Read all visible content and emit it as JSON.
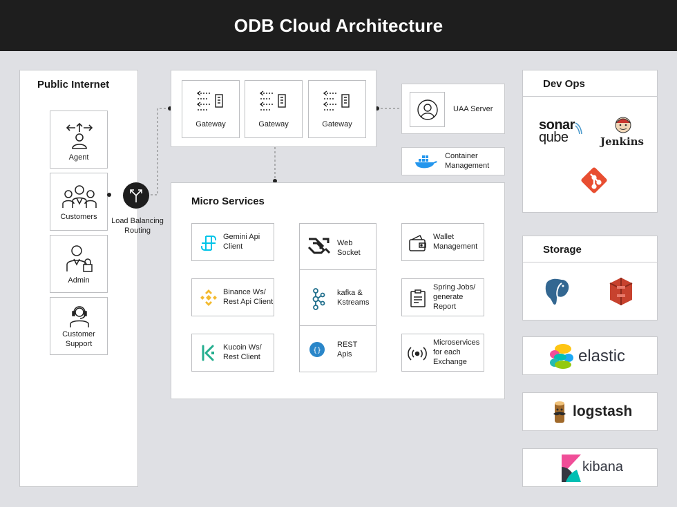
{
  "title": "ODB  Cloud Architecture",
  "public_internet": {
    "title": "Public Internet",
    "actors": [
      "Agent",
      "Customers",
      "Admin",
      "Customer\nSupport"
    ]
  },
  "load_balancer": {
    "label": "Load Balancing\nRouting"
  },
  "gateways": [
    "Gateway",
    "Gateway",
    "Gateway"
  ],
  "uaa": {
    "label": "UAA Server"
  },
  "container": {
    "label": "Container\nManagement"
  },
  "micro_services": {
    "title": "Micro Services",
    "clients": [
      "Gemini Api\nClient",
      "Binance Ws/\nRest Api Client",
      "Kucoin Ws/\nRest Client"
    ],
    "center": [
      "Web\nSocket",
      "kafka &\nKstreams",
      "REST\nApis"
    ],
    "right": [
      "Wallet\nManagement",
      "Spring Jobs/\ngenerate\nReport",
      "Microservices\nfor each\nExchange"
    ]
  },
  "devops": {
    "title": "Dev Ops",
    "sonar_top": "sonar",
    "sonar_bottom": "qube",
    "jenkins": "Jenkins"
  },
  "storage": {
    "title": "Storage"
  },
  "elastic": "elastic",
  "logstash": "logstash",
  "kibana": "kibana",
  "colors": {
    "dark": "#1e1e1e",
    "git": "#e84e31",
    "aws": "#c7422e",
    "docker": "#2496ed",
    "postgres": "#336791",
    "binance": "#f3ba2f",
    "kucoin": "#24ae8f",
    "gemini": "#00dcfa",
    "kafka": "#1f6e8c"
  }
}
